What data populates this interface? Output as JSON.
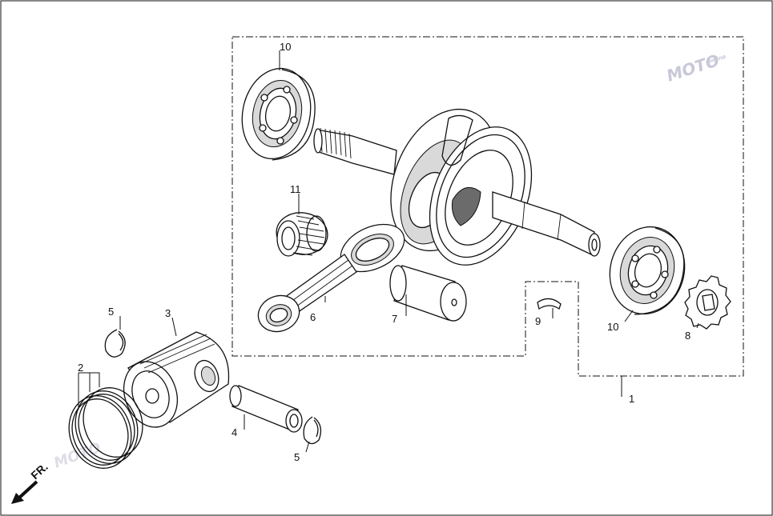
{
  "labels": {
    "p1": "1",
    "p2": "2",
    "p3": "3",
    "p4": "4",
    "p5a": "5",
    "p5b": "5",
    "p6": "6",
    "p7": "7",
    "p8": "8",
    "p9": "9",
    "p10a": "10",
    "p10b": "10",
    "p11": "11"
  },
  "direction": {
    "label": "FR."
  },
  "watermark": {
    "text": "MOTO",
    "sub": "Online"
  }
}
